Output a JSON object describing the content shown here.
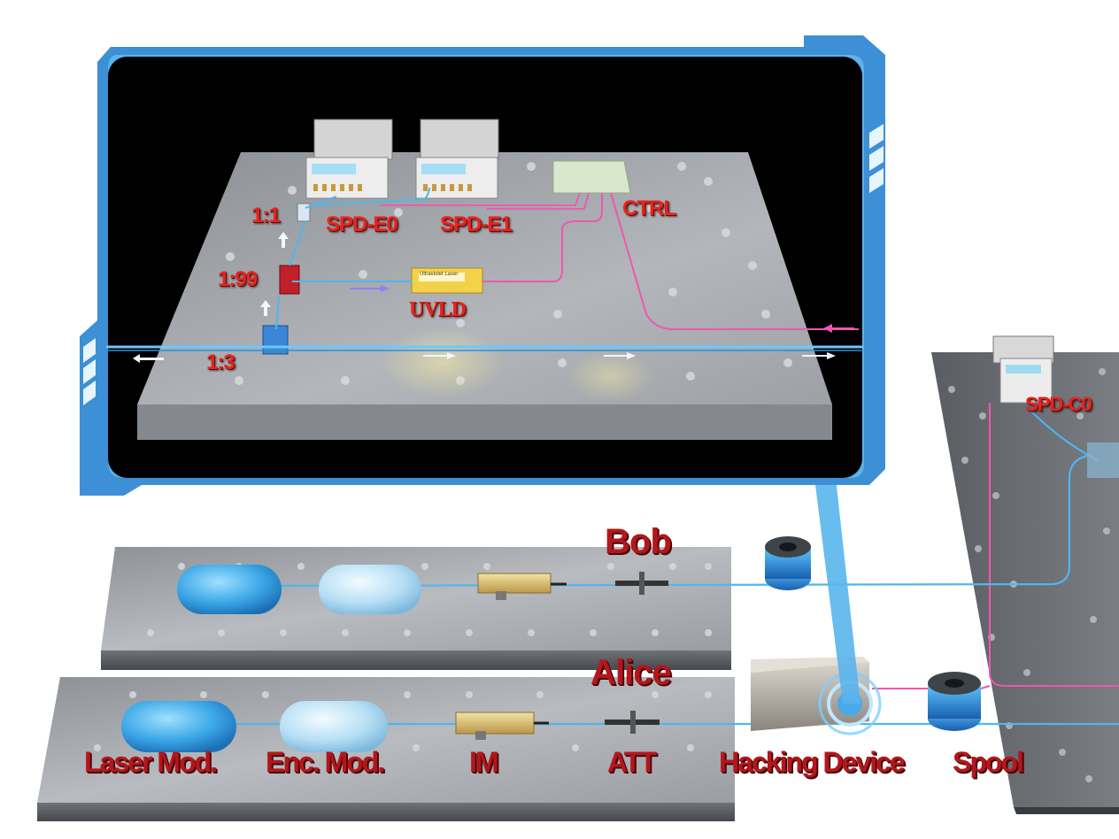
{
  "inset": {
    "labels": {
      "spd_e0": "SPD-E0",
      "spd_e1": "SPD-E1",
      "ctrl": "CTRL",
      "uvld": "UVLD",
      "split_1_1": "1:1",
      "split_1_99": "1:99",
      "split_1_3": "1:3"
    },
    "device_label": "Ultraviolet Laser"
  },
  "main": {
    "labels": {
      "bob": "Bob",
      "alice": "Alice",
      "laser_mod": "Laser Mod.",
      "enc_mod": "Enc. Mod.",
      "im": "IM",
      "att": "ATT",
      "hacking_device": "Hacking Device",
      "spool": "Spool",
      "spd_c0": "SPD-C0"
    }
  },
  "colors": {
    "frame_blue": "#3d8fd6",
    "fiber_blue": "#4fb6f0",
    "fiber_pink": "#f056b0",
    "label_red": "#e8231e",
    "label_dark_red": "#b3171b"
  }
}
